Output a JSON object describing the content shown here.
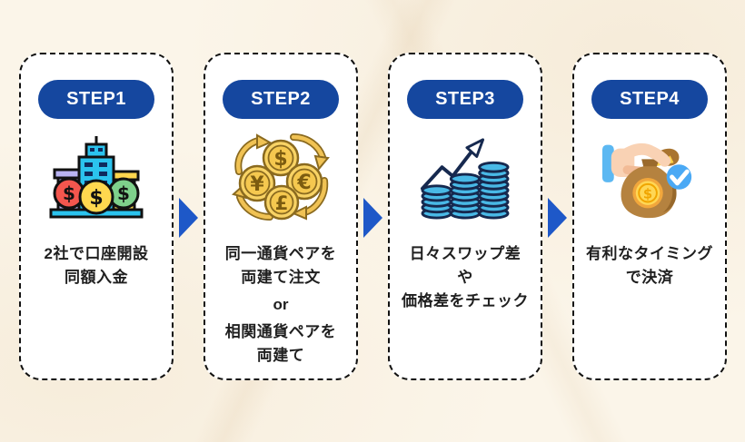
{
  "page": {
    "background_color": "#fbf5e9",
    "card_background": "#ffffff",
    "card_border_color": "#111111"
  },
  "colors": {
    "step_pill_blue": "#15479f",
    "flow_arrow_blue": "#1e58c8",
    "text_color": "#1f1f1f"
  },
  "flow_arrows": {
    "count": 3,
    "direction": "right"
  },
  "steps": [
    {
      "label": "STEP1",
      "icon": "company-buildings-coins-icon",
      "lines": [
        "2社で口座開設",
        "同額入金"
      ]
    },
    {
      "label": "STEP2",
      "icon": "currency-exchange-icon",
      "lines": [
        "同一通貨ペアを",
        "両建て注文",
        "or",
        "相関通貨ペアを",
        "両建て"
      ]
    },
    {
      "label": "STEP3",
      "icon": "coin-stacks-growth-icon",
      "lines": [
        "日々スワップ差",
        "や",
        "価格差をチェック"
      ]
    },
    {
      "label": "STEP4",
      "icon": "moneybag-checkmark-icon",
      "lines": [
        "有利なタイミング",
        "で決済"
      ]
    }
  ]
}
